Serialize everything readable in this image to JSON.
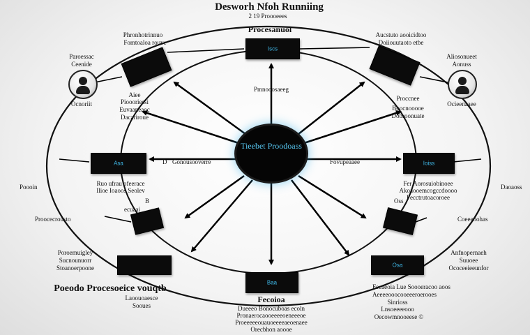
{
  "title": {
    "main": "Desworh Nfoh Runniing",
    "sub1": "2 19 Proooeees",
    "sub2": "Procesanuol"
  },
  "hub": {
    "line1": "Tieebet",
    "line2": "Proodoass"
  },
  "labels": {
    "top_left_1": "Phronhotrinnuo",
    "top_left_2": "Fomtoaloa rouve",
    "top_right_1": "Aucstuto aooicidtoo",
    "top_right_2": "Doiiouutaoto etbe",
    "avatar_left_1": "Paroessac",
    "avatar_left_2": "Ceenide",
    "avatar_left_3": "Ocnoriit",
    "avatar_right_1": "Aliosonueet",
    "avatar_right_2": "Aonuss",
    "avatar_right_3": "Ocieenaaee",
    "mid_left_a1": "Aiee",
    "mid_left_a2": "Pioooriessi",
    "mid_left_a3": "Euvaaneaoc",
    "mid_left_a4": "Dacariroue",
    "mid_right_a1": "Proccnee",
    "mid_right_a2": "Boocnooooe",
    "mid_right_a3": "Dobroonuate",
    "top_center": "Pmnooosaeeg",
    "hub_left": "Gonousooverre",
    "hub_left_mark": "D",
    "hub_right": "Fovupeaaee",
    "far_left": "Poooin",
    "far_right": "Daoaoss",
    "left_below_1": "Ruo ufrau ofeerace",
    "left_below_2": "Ilioe Ioaoos Seolev",
    "right_below_1": "Fer Aorosuiobinoee",
    "right_below_2": "Akoaooemcogccdoooo",
    "right_below_3": "Fecctrutoacoroee",
    "small_left": "ecuaai",
    "small_left_mark": "B",
    "small_right": "Oss",
    "proc_left": "Proocecrousto",
    "proc_right": "Coeeeoohas",
    "bl_1": "Poroemuigley",
    "bl_2": "Sucnounuorr",
    "bl_3": "Stoanoerpoone",
    "br_1": "Anfnopernaeh",
    "br_2": "Suuoee",
    "br_3": "Ococeeieeunfor",
    "footer_left_1": "Poeodo Procesoeice vouqtb",
    "footer_left_2": "Laoouoaesce",
    "footer_left_3": "Sooues",
    "bottom_center_1": "Fecoioa",
    "bottom_center_2": "Dueeeo Bonocuboas ecoln",
    "bottom_center_3": "Pronaerocaooeeeeoeneeeoe",
    "bottom_center_4": "Proeeeeeouauoeeeeaeoenaee",
    "bottom_center_5": "Orecbhon aoooe",
    "bottom_right_1": "Fecaeoia Lue Soooeracoo aoos",
    "bottom_right_2": "Aeeeeooocooeeeroerooes",
    "bottom_right_3": "Sinrioss",
    "bottom_right_4": "Lnsoeeeeooo",
    "bottom_right_5": "Oecowmnooeese ©"
  },
  "boxes": {
    "top": "Iscs",
    "left": "Asa",
    "right": "Ioiss",
    "bottom": "Baa",
    "bottom_right": "Osa",
    "bottom_left": ""
  }
}
